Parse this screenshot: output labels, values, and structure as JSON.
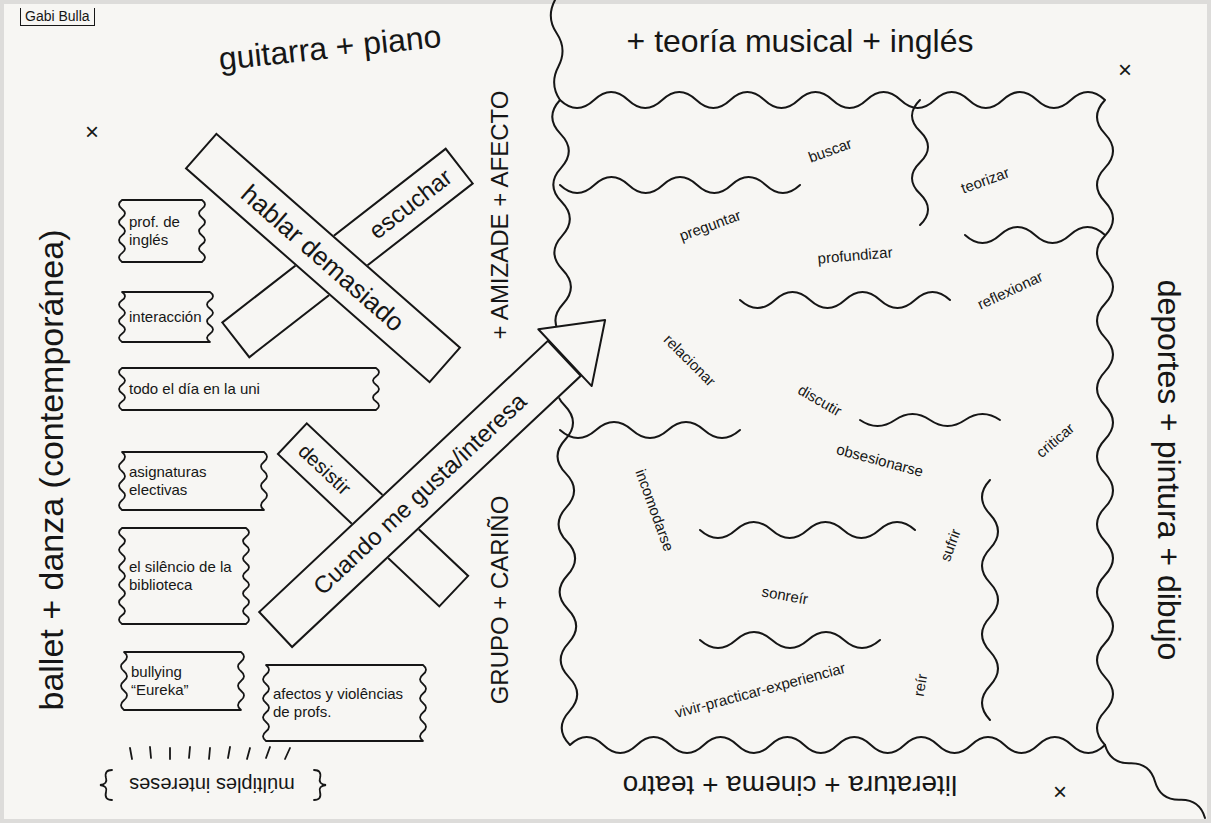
{
  "diagram": {
    "nodes": [
      {
        "text": [
          "hablar demasiado"
        ]
      },
      {
        "text": [
          "escuchar"
        ]
      },
      {
        "text": [
          "prof. de inglés"
        ]
      },
      {
        "text": [
          "interacción"
        ]
      },
      {
        "text": [
          "todo el día en la uni"
        ]
      },
      {
        "text": [
          "desistir"
        ]
      },
      {
        "text": [
          "asignaturas electivas"
        ]
      },
      {
        "text": [
          "Cuando me gusta/interesa"
        ]
      },
      {
        "text": [
          "el silêncio de la biblioteca"
        ]
      },
      {
        "text": [
          "bullying “Eureka”"
        ]
      },
      {
        "text": [
          "afectos y violências de profs."
        ]
      },
      {
        "text": [
          "preguntar",
          "buscar",
          "teorizar",
          "profundizar",
          "reflexionar",
          "relacionar",
          "discutir",
          "obsesionarse",
          "criticar",
          "incomodarse",
          "sufrir",
          "sonreír",
          "vivir-practicar-experienciar",
          "reír"
        ]
      }
    ],
    "labels": [
      "Gabi Bulla",
      "guitarra + piano",
      "+ teoría musical + inglés",
      "×",
      "ballet + danza (contemporánea)",
      "×",
      "deportes + pintura + dibujo",
      "×",
      "literatura + cinema + teatro",
      "múltiples intereses",
      "+ AMIZADE + AFECTO",
      "GRUPO + CARIÑO"
    ]
  }
}
